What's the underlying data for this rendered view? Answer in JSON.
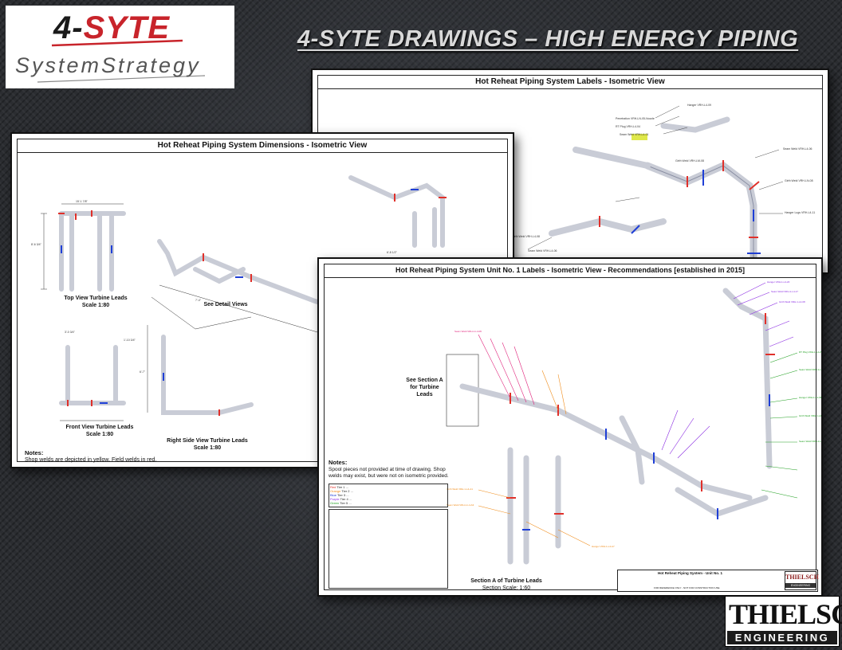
{
  "branding": {
    "logo_main_prefix": "4-",
    "logo_main_accent": "SYTE",
    "logo_sub": "SystemStrategy",
    "headline": "4-SYTE DRAWINGS – HIGH ENERGY PIPING",
    "footer_logo_word": "THIELSCH",
    "footer_logo_bar": "ENGINEERING"
  },
  "colors": {
    "brand_red": "#c8242b",
    "pipe_red": "#e0302a",
    "pipe_blue": "#1f3fd6",
    "label_purple": "#8a2be2",
    "label_green": "#22a022",
    "label_orange": "#f08c1a",
    "label_pink": "#e0207a"
  },
  "sheets": {
    "labels": {
      "title": "Hot Reheat Piping System Labels - Isometric View"
    },
    "dimensions": {
      "title": "Hot Reheat Piping System Dimensions - Isometric View",
      "caption_top": "Top View Turbine Leads",
      "caption_top_scale": "Scale 1:80",
      "caption_detail": "See Detail Views",
      "caption_front": "Front View Turbine Leads",
      "caption_front_scale": "Scale 1:80",
      "caption_side": "Right Side View Turbine Leads",
      "caption_side_scale": "Scale 1:80",
      "notes_heading": "Notes:",
      "notes_text": "Shop welds are depicted in yellow, Field welds in red."
    },
    "recommendations": {
      "title": "Hot Reheat Piping System Unit No. 1 Labels - Isometric View - Recommendations [established in 2015]",
      "see_section": "See Section A for Turbine Leads",
      "section_caption": "Section A of Turbine Leads",
      "section_scale": "Section Scale: 1:60",
      "notes_heading": "Notes:",
      "notes_text": "Spool pieces not provided at time of drawing. Shop welds may exist, but were not on isometric provided.",
      "titleblock_name": "Hot Reheat Piping System - Unit No. 1",
      "titleblock_ref": "FOR REFERENCE ONLY - NOT FOR CONSTRUCTION USE"
    }
  }
}
